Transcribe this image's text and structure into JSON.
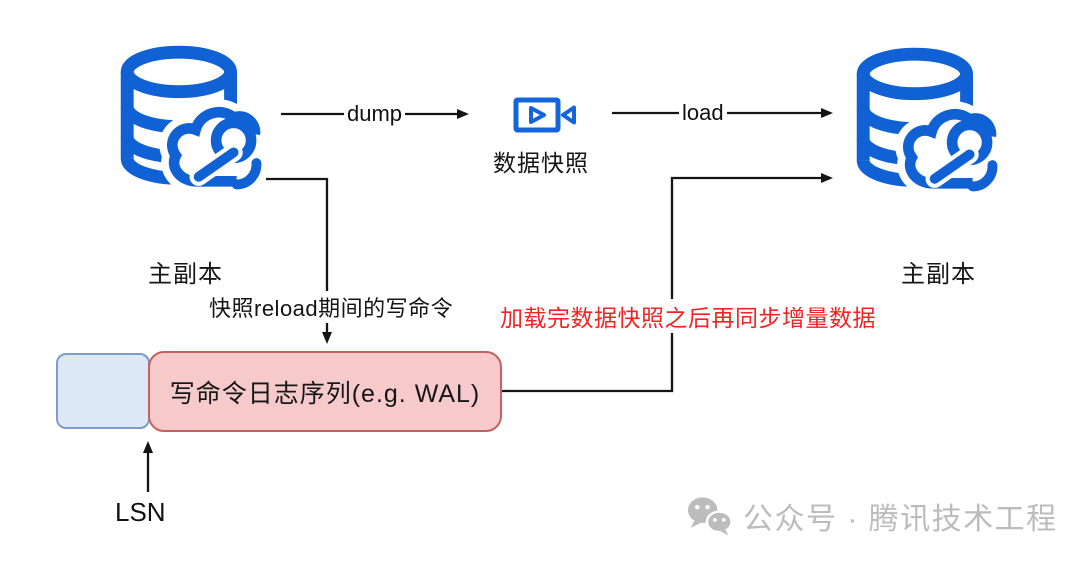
{
  "diagram": {
    "source_db": {
      "label": "主副本",
      "icon": "database-cloud-sync-icon"
    },
    "target_db": {
      "label": "主副本",
      "icon": "database-cloud-sync-icon"
    },
    "snapshot": {
      "label": "数据快照",
      "icon": "video-camera-icon"
    },
    "arrows": {
      "dump_label": "dump",
      "load_label": "load",
      "reload_writes_label": "快照reload期间的写命令",
      "incremental_note": "加载完数据快照之后再同步增量数据"
    },
    "wal_box": {
      "label": "写命令日志序列(e.g. WAL)"
    },
    "lsn": {
      "label": "LSN"
    }
  },
  "watermark": {
    "icon": "wechat-icon",
    "text": "公众号 · 腾讯技术工程"
  },
  "colors": {
    "db_blue": "#1062d4",
    "line_black": "#141414",
    "note_red": "#f12424",
    "wal_fill": "#f6caca",
    "wal_border": "#c75f5f",
    "lsn_fill": "#dce8f6",
    "lsn_border": "#7e9cc9",
    "watermark_gray": "#bcbcbc"
  }
}
